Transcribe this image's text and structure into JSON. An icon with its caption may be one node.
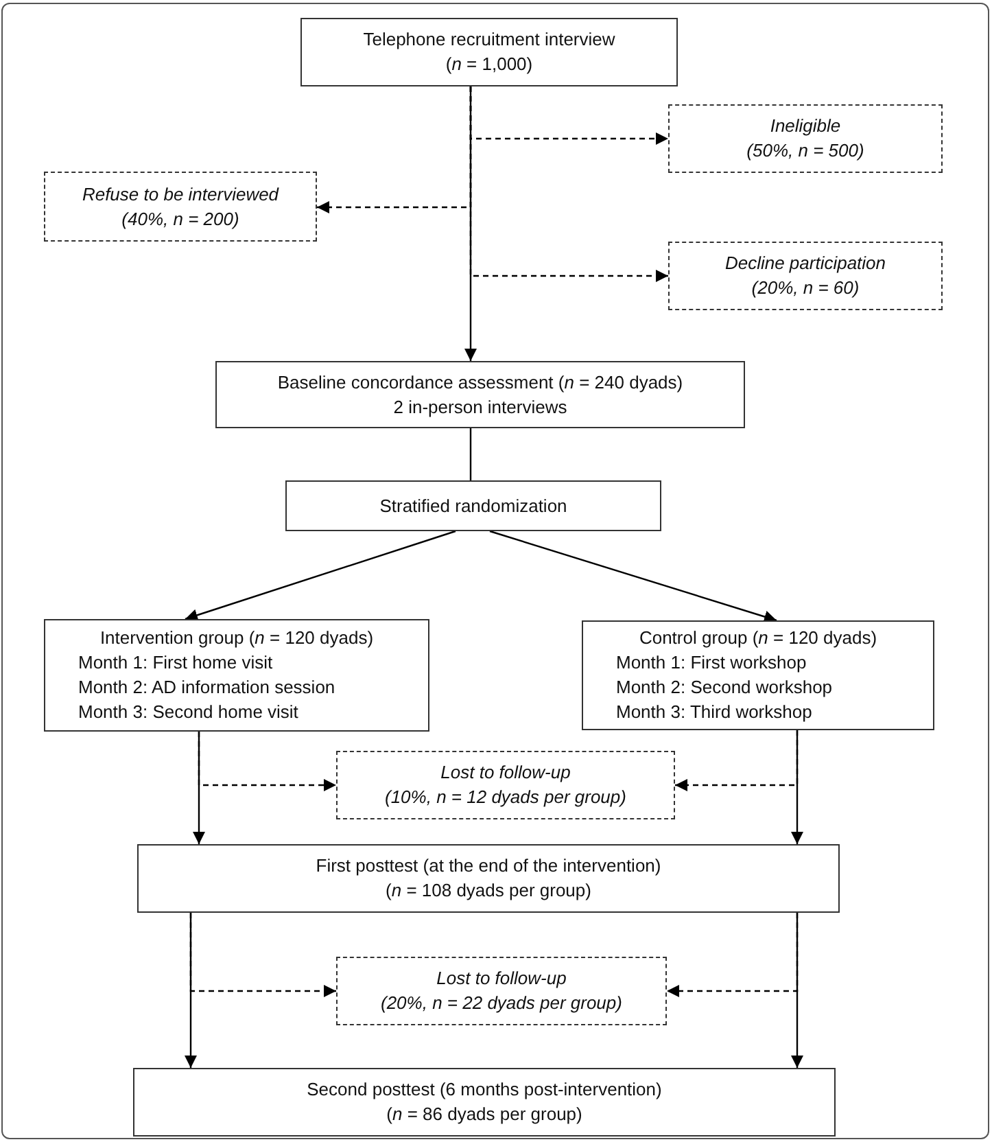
{
  "diagram": {
    "nodes": [
      {
        "text": [
          "Telephone recruitment interview",
          "(*n* = 1,000)"
        ]
      },
      {
        "text": [
          "Ineligible",
          "(50%, n = 500)"
        ]
      },
      {
        "text": [
          "Refuse to be interviewed",
          "(40%, n = 200)"
        ]
      },
      {
        "text": [
          "Decline participation",
          "(20%, n = 60)"
        ]
      },
      {
        "text": [
          "Baseline concordance assessment (*n* = 240 dyads)",
          "2 in-person interviews"
        ]
      },
      {
        "text": [
          "Stratified randomization"
        ]
      },
      {
        "text": [
          "Intervention group (*n* = 120 dyads)",
          "Month 1: First home visit",
          "Month 2: AD information session",
          "Month 3: Second home visit"
        ]
      },
      {
        "text": [
          "Control group (*n* = 120 dyads)",
          "Month 1: First workshop",
          "Month 2: Second workshop",
          "Month 3: Third workshop"
        ]
      },
      {
        "text": [
          "Lost to follow-up",
          "(10%, n = 12 dyads per group)"
        ]
      },
      {
        "text": [
          "First posttest (at the end of the intervention)",
          "(*n* = 108 dyads per group)"
        ]
      },
      {
        "text": [
          "Lost to follow-up",
          "(20%, n = 22 dyads per group)"
        ]
      },
      {
        "text": [
          "Second posttest (6 months post-intervention)",
          "(*n* = 86 dyads per group)"
        ]
      }
    ],
    "edges": [
      {
        "from": 0,
        "to": 4,
        "arrow": "to"
      },
      {
        "from": 0,
        "to": 1,
        "arrow": "to",
        "style": "dashed"
      },
      {
        "from": 0,
        "to": 2,
        "arrow": "to",
        "style": "dashed"
      },
      {
        "from": 0,
        "to": 3,
        "arrow": "to",
        "style": "dashed"
      },
      {
        "from": 4,
        "to": 5,
        "arrow": "none"
      },
      {
        "from": 5,
        "to": 6,
        "arrow": "to"
      },
      {
        "from": 5,
        "to": 7,
        "arrow": "to"
      },
      {
        "from": 6,
        "to": 9,
        "arrow": "to"
      },
      {
        "from": 7,
        "to": 9,
        "arrow": "to"
      },
      {
        "from": 6,
        "to": 8,
        "arrow": "to",
        "style": "dashed"
      },
      {
        "from": 7,
        "to": 8,
        "arrow": "to",
        "style": "dashed"
      },
      {
        "from": 9,
        "to": 11,
        "arrow": "to"
      },
      {
        "from": 9,
        "to": 11,
        "arrow": "to"
      },
      {
        "from": 9,
        "to": 10,
        "arrow": "to",
        "style": "dashed"
      },
      {
        "from": 9,
        "to": 10,
        "arrow": "to",
        "style": "dashed"
      }
    ]
  }
}
